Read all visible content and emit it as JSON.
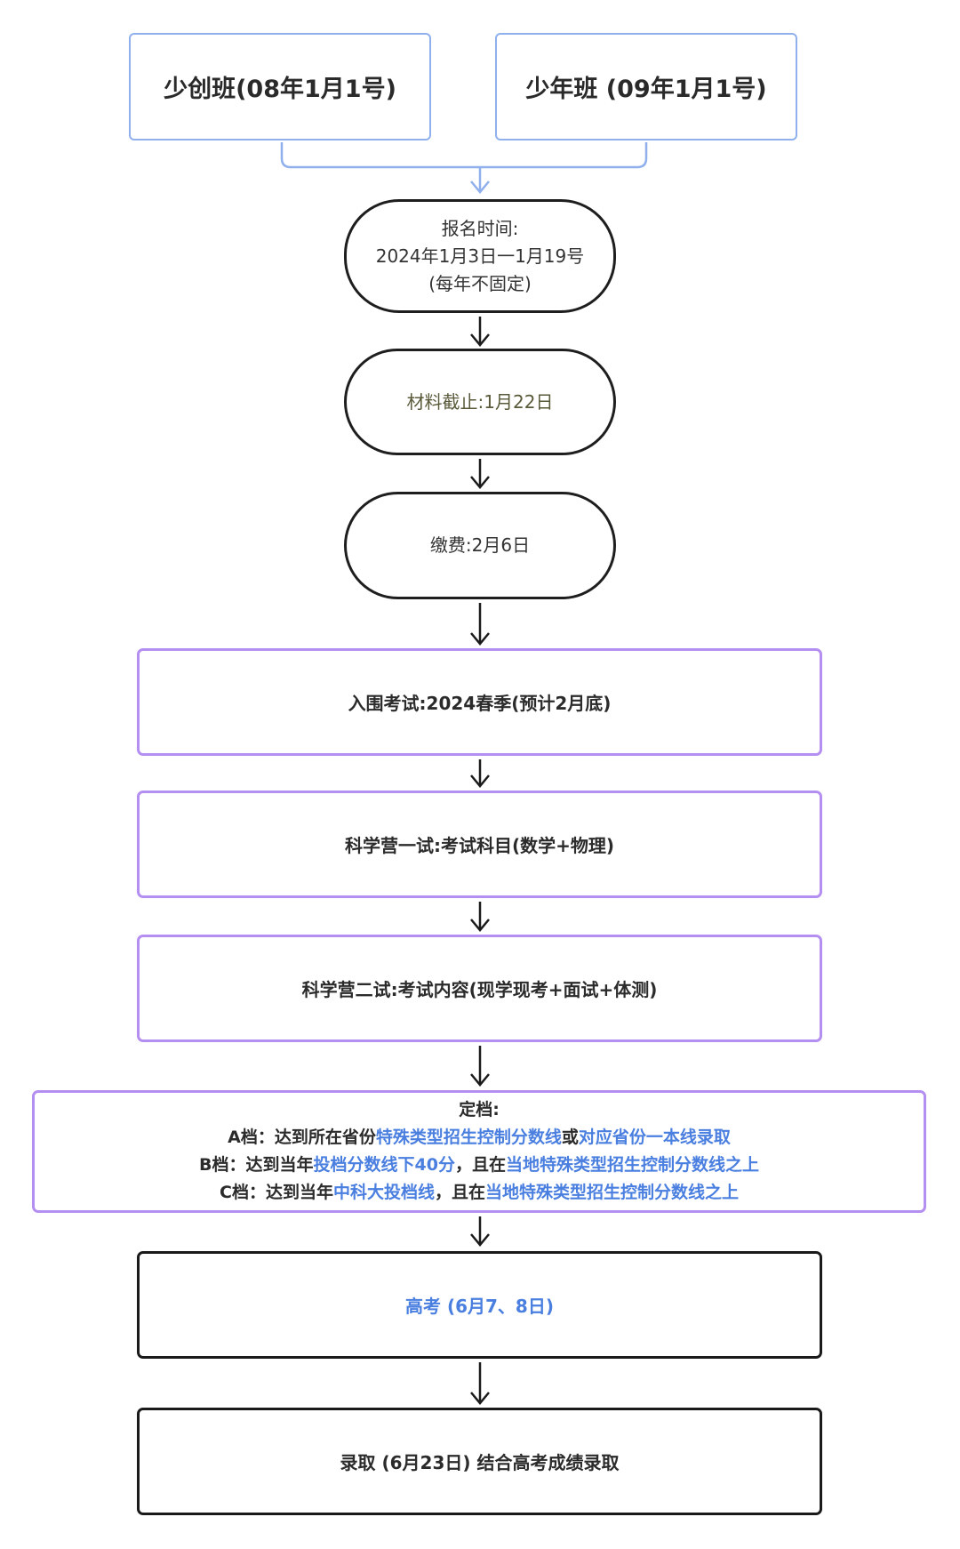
{
  "top_boxes": [
    {
      "label": "少创班(08年1月1号)"
    },
    {
      "label": "少年班 (09年1月1号)"
    }
  ],
  "registration": {
    "line1": "报名时间:",
    "line2": "2024年1月3日一1月19号",
    "line3": "(每年不固定)"
  },
  "materials": {
    "label": "材料截止:1月22日"
  },
  "payment": {
    "label": "缴费:2月6日"
  },
  "shortlist_exam": {
    "label": "入围考试:2024春季(预计2月底)"
  },
  "camp_test1": {
    "label": "科学营一试:考试科目(数学+物理)"
  },
  "camp_test2": {
    "label": "科学营二试:考试内容(现学现考+面试+体测)"
  },
  "grading": {
    "title": "定档:",
    "a": {
      "prefix": "A档：达到所在省份",
      "blue1": "特殊类型招生控制分数线",
      "mid": "或",
      "blue2": "对应省份一本线录取"
    },
    "b": {
      "prefix": "B档：达到当年",
      "blue1": "投档分数线下40分",
      "mid": "，且在",
      "blue2": "当地特殊类型招生控制分数线之上"
    },
    "c": {
      "prefix": "C档：达到当年",
      "blue1": "中科大投档线",
      "mid": "，且在",
      "blue2": "当地特殊类型招生控制分数线之上"
    }
  },
  "gaokao": {
    "label": "高考 (6月7、8日)"
  },
  "admission": {
    "label": "录取 (6月23日) 结合高考成绩录取"
  }
}
